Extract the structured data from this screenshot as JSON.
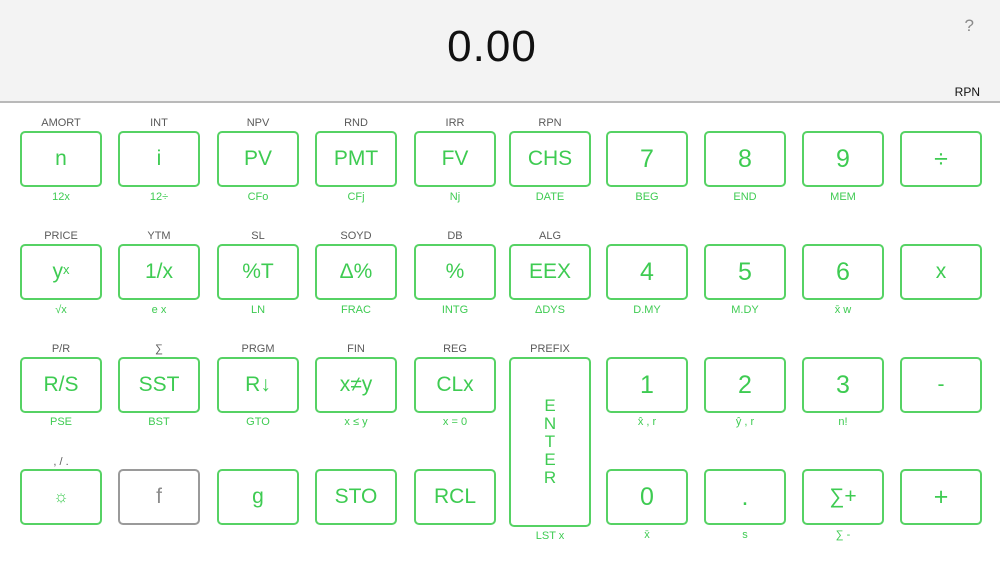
{
  "display": {
    "value": "0.00",
    "help_label": "?",
    "mode_label": "RPN"
  },
  "colors": {
    "accent_green": "#3ecb52",
    "f_key_gray": "#9a9a9a",
    "display_background": "#f3f3f3"
  },
  "icons": {
    "brightness": "sun-icon"
  },
  "keys": {
    "n": {
      "label": "n",
      "top": "AMORT",
      "bottom": "12x"
    },
    "i": {
      "label": "i",
      "top": "INT",
      "bottom": "12÷"
    },
    "pv": {
      "label": "PV",
      "top": "NPV",
      "bottom": "CFo"
    },
    "pmt": {
      "label": "PMT",
      "top": "RND",
      "bottom": "CFj"
    },
    "fv": {
      "label": "FV",
      "top": "IRR",
      "bottom": "Nj"
    },
    "chs": {
      "label": "CHS",
      "top": "RPN",
      "bottom": "DATE"
    },
    "d7": {
      "label": "7",
      "bottom": "BEG"
    },
    "d8": {
      "label": "8",
      "bottom": "END"
    },
    "d9": {
      "label": "9",
      "bottom": "MEM"
    },
    "div": {
      "label": "÷"
    },
    "yx": {
      "label_base": "y",
      "label_sup": "x",
      "top": "PRICE",
      "bottom": "√x"
    },
    "inv": {
      "label": "1/x",
      "top": "YTM",
      "bottom": "e x"
    },
    "pctt": {
      "label": "%T",
      "top": "SL",
      "bottom": "LN"
    },
    "dpct": {
      "label": "Δ%",
      "top": "SOYD",
      "bottom": "FRAC"
    },
    "pct": {
      "label": "%",
      "top": "DB",
      "bottom": "INTG"
    },
    "eex": {
      "label": "EEX",
      "top": "ALG",
      "bottom": "ΔDYS"
    },
    "d4": {
      "label": "4",
      "bottom": "D.MY"
    },
    "d5": {
      "label": "5",
      "bottom": "M.DY"
    },
    "d6": {
      "label": "6",
      "bottom": "x̄ w"
    },
    "mul": {
      "label": "x"
    },
    "rs": {
      "label": "R/S",
      "top": "P/R",
      "bottom": "PSE"
    },
    "sst": {
      "label": "SST",
      "top": "∑",
      "bottom": "BST"
    },
    "rdn": {
      "label": "R↓",
      "top": "PRGM",
      "bottom": "GTO"
    },
    "xy": {
      "label": "x≠y",
      "top": "FIN",
      "bottom": "x ≤ y"
    },
    "clx": {
      "label": "CLx",
      "top": "REG",
      "bottom": "x = 0"
    },
    "enter": {
      "letters": [
        "E",
        "N",
        "T",
        "E",
        "R"
      ],
      "top": "PREFIX",
      "bottom": "LST x"
    },
    "d1": {
      "label": "1",
      "bottom": "x̂ , r"
    },
    "d2": {
      "label": "2",
      "bottom": "ŷ , r"
    },
    "d3": {
      "label": "3",
      "bottom": "n!"
    },
    "sub": {
      "label": "-"
    },
    "light": {
      "label": "☼",
      "top": ", / ."
    },
    "f": {
      "label": "f"
    },
    "g": {
      "label": "g"
    },
    "sto": {
      "label": "STO"
    },
    "rcl": {
      "label": "RCL"
    },
    "d0": {
      "label": "0",
      "bottom": "x̄"
    },
    "dot": {
      "label": ".",
      "bottom": "s"
    },
    "sigma": {
      "label": "∑+",
      "bottom": "∑ -"
    },
    "add": {
      "label": "+"
    }
  }
}
